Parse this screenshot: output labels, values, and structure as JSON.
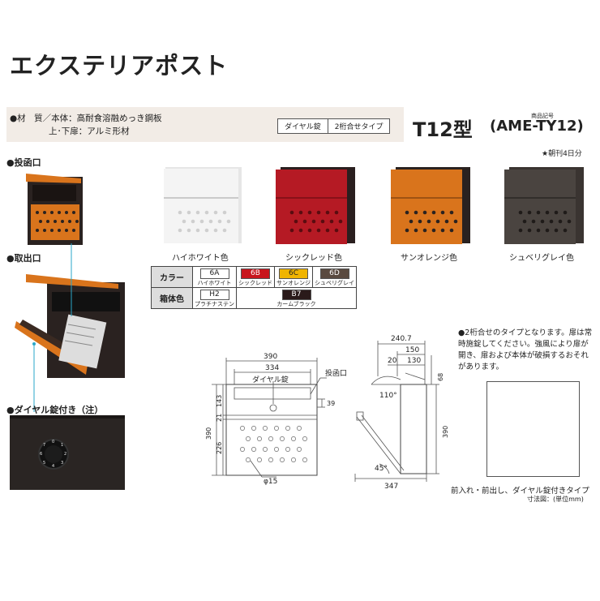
{
  "title": "エクステリアポスト",
  "spec": {
    "line1": "●材　質／本体：高耐食溶融めっき鋼板",
    "line2": "上･下扉：アルミ形材",
    "tags": [
      "ダイヤル錠",
      "2桁合せタイプ"
    ]
  },
  "model": {
    "name": "T12型",
    "code": "(AME-TY12)",
    "code_note": "商品記号"
  },
  "note_top": "★朝刊4日分",
  "sections": {
    "insert": "●投函口",
    "retrieve": "●取出口",
    "dial": "●ダイヤル錠付き（注）"
  },
  "products": [
    {
      "label": "ハイホワイト色",
      "color": "#f4f4f4",
      "body": "#e6e6e6"
    },
    {
      "label": "シックレッド色",
      "color": "#b51a24",
      "body": "#2a1f1f"
    },
    {
      "label": "サンオレンジ色",
      "color": "#d9741c",
      "body": "#2a2220"
    },
    {
      "label": "シュベリグレイ色",
      "color": "#4a4440",
      "body": "#3a3431"
    }
  ],
  "color_table": {
    "row1_header": "カラー",
    "row2_header": "箱体色",
    "colors": [
      {
        "code": "6A",
        "name": "ハイホワイト",
        "bg": "#ffffff",
        "fg": "#222222"
      },
      {
        "code": "6B",
        "name": "シックレッド",
        "bg": "#c8161d",
        "fg": "#ffffff"
      },
      {
        "code": "6C",
        "name": "サンオレンジ",
        "bg": "#f0b400",
        "fg": "#222222"
      },
      {
        "code": "6D",
        "name": "シュベリグレイ",
        "bg": "#5a4a40",
        "fg": "#ffffff"
      }
    ],
    "bodies": [
      {
        "code": "H2",
        "name": "プラチナステン",
        "bg": "#ffffff",
        "fg": "#222222"
      },
      {
        "code": "B7",
        "name": "カームブラック",
        "bg": "#2a1a1a",
        "fg": "#ffffff"
      }
    ]
  },
  "front_dims": {
    "w390": "390",
    "w334": "334",
    "dial_label": "ダイヤル錠",
    "slot_label": "投函口",
    "h143": "143",
    "h21": "21",
    "h226": "226",
    "h390": "390",
    "h39": "39",
    "phi": "φ15"
  },
  "side_dims": {
    "d2407": "240.7",
    "d150": "150",
    "d20": "20",
    "d130": "130",
    "d68": "68",
    "d390": "390",
    "angle110": "110°",
    "angle45": "45°",
    "d347": "347"
  },
  "note_right": "●2桁合せのタイプとなります。扉は常時施錠してください。強風により扉が開き、扉および本体が破損するおそれがあります。",
  "caption1": "前入れ・前出し、ダイヤル錠付きタイプ",
  "caption2": "寸法図：(単位mm)"
}
